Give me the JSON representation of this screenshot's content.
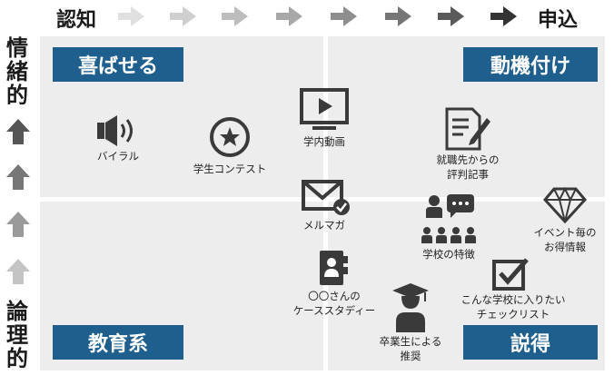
{
  "axis": {
    "top_left": "認知",
    "top_right": "申込",
    "left_top": [
      "情",
      "緒",
      "的"
    ],
    "left_bottom": [
      "論",
      "理",
      "的"
    ]
  },
  "quadrants": {
    "top_left": "喜ばせる",
    "top_right": "動機付け",
    "bottom_left": "教育系",
    "bottom_right": "説得"
  },
  "items": {
    "viral": "バイラル",
    "contest": "学生コンテスト",
    "video": "学内動画",
    "article": "就職先からの\n評判記事",
    "mailmag": "メルマガ",
    "features": "学校の特徴",
    "event": "イベント毎の\nお得情報",
    "casestudy": "〇〇さんの\nケーススタディー",
    "checklist": "こんな学校に入りたい\nチェックリスト",
    "alumni": "卒業生による\n推奨"
  },
  "colors": {
    "quadrant_box": "#1f5f8e",
    "icon": "#3a3a3a",
    "grid_bg": "#ededed"
  }
}
